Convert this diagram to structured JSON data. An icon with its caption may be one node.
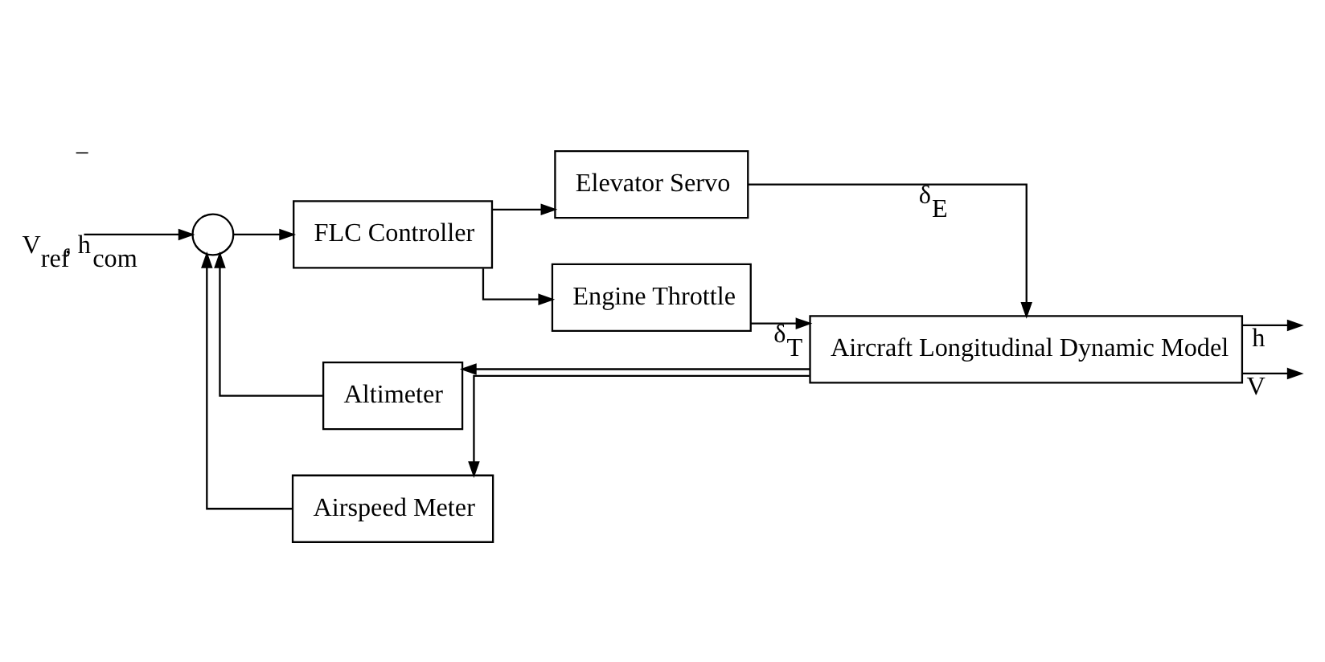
{
  "diagram": {
    "nodes": [
      {
        "text": [],
        "shape": "circle"
      },
      {
        "text": [
          "FLC Controller"
        ]
      },
      {
        "text": [
          "Elevator Servo"
        ]
      },
      {
        "text": [
          "Engine Throttle"
        ]
      },
      {
        "text": [
          "Aircraft Longitudinal Dynamic Model"
        ]
      },
      {
        "text": [
          "Altimeter"
        ]
      },
      {
        "text": [
          "Airspeed Meter"
        ]
      }
    ],
    "edges": [
      {
        "from": null,
        "to": 0,
        "arrow": "to",
        "label": "V$_{ref}$, h$_{com}$"
      },
      {
        "from": 0,
        "to": 1,
        "arrow": "to"
      },
      {
        "from": 1,
        "to": 2,
        "arrow": "to"
      },
      {
        "from": 1,
        "to": 3,
        "arrow": "to"
      },
      {
        "from": 2,
        "to": 4,
        "arrow": "to",
        "label": "δ$_{E}$"
      },
      {
        "from": 3,
        "to": 4,
        "arrow": "to",
        "label": "δ$_{T}$"
      },
      {
        "from": 4,
        "to": null,
        "arrow": "to",
        "label": "h"
      },
      {
        "from": 4,
        "to": null,
        "arrow": "to",
        "label": "V"
      },
      {
        "from": 4,
        "to": 5,
        "arrow": "to"
      },
      {
        "from": 4,
        "to": 6,
        "arrow": "to"
      },
      {
        "from": 5,
        "to": 0,
        "arrow": "to"
      },
      {
        "from": 6,
        "to": 0,
        "arrow": "to"
      }
    ],
    "labels": [
      "−"
    ]
  }
}
